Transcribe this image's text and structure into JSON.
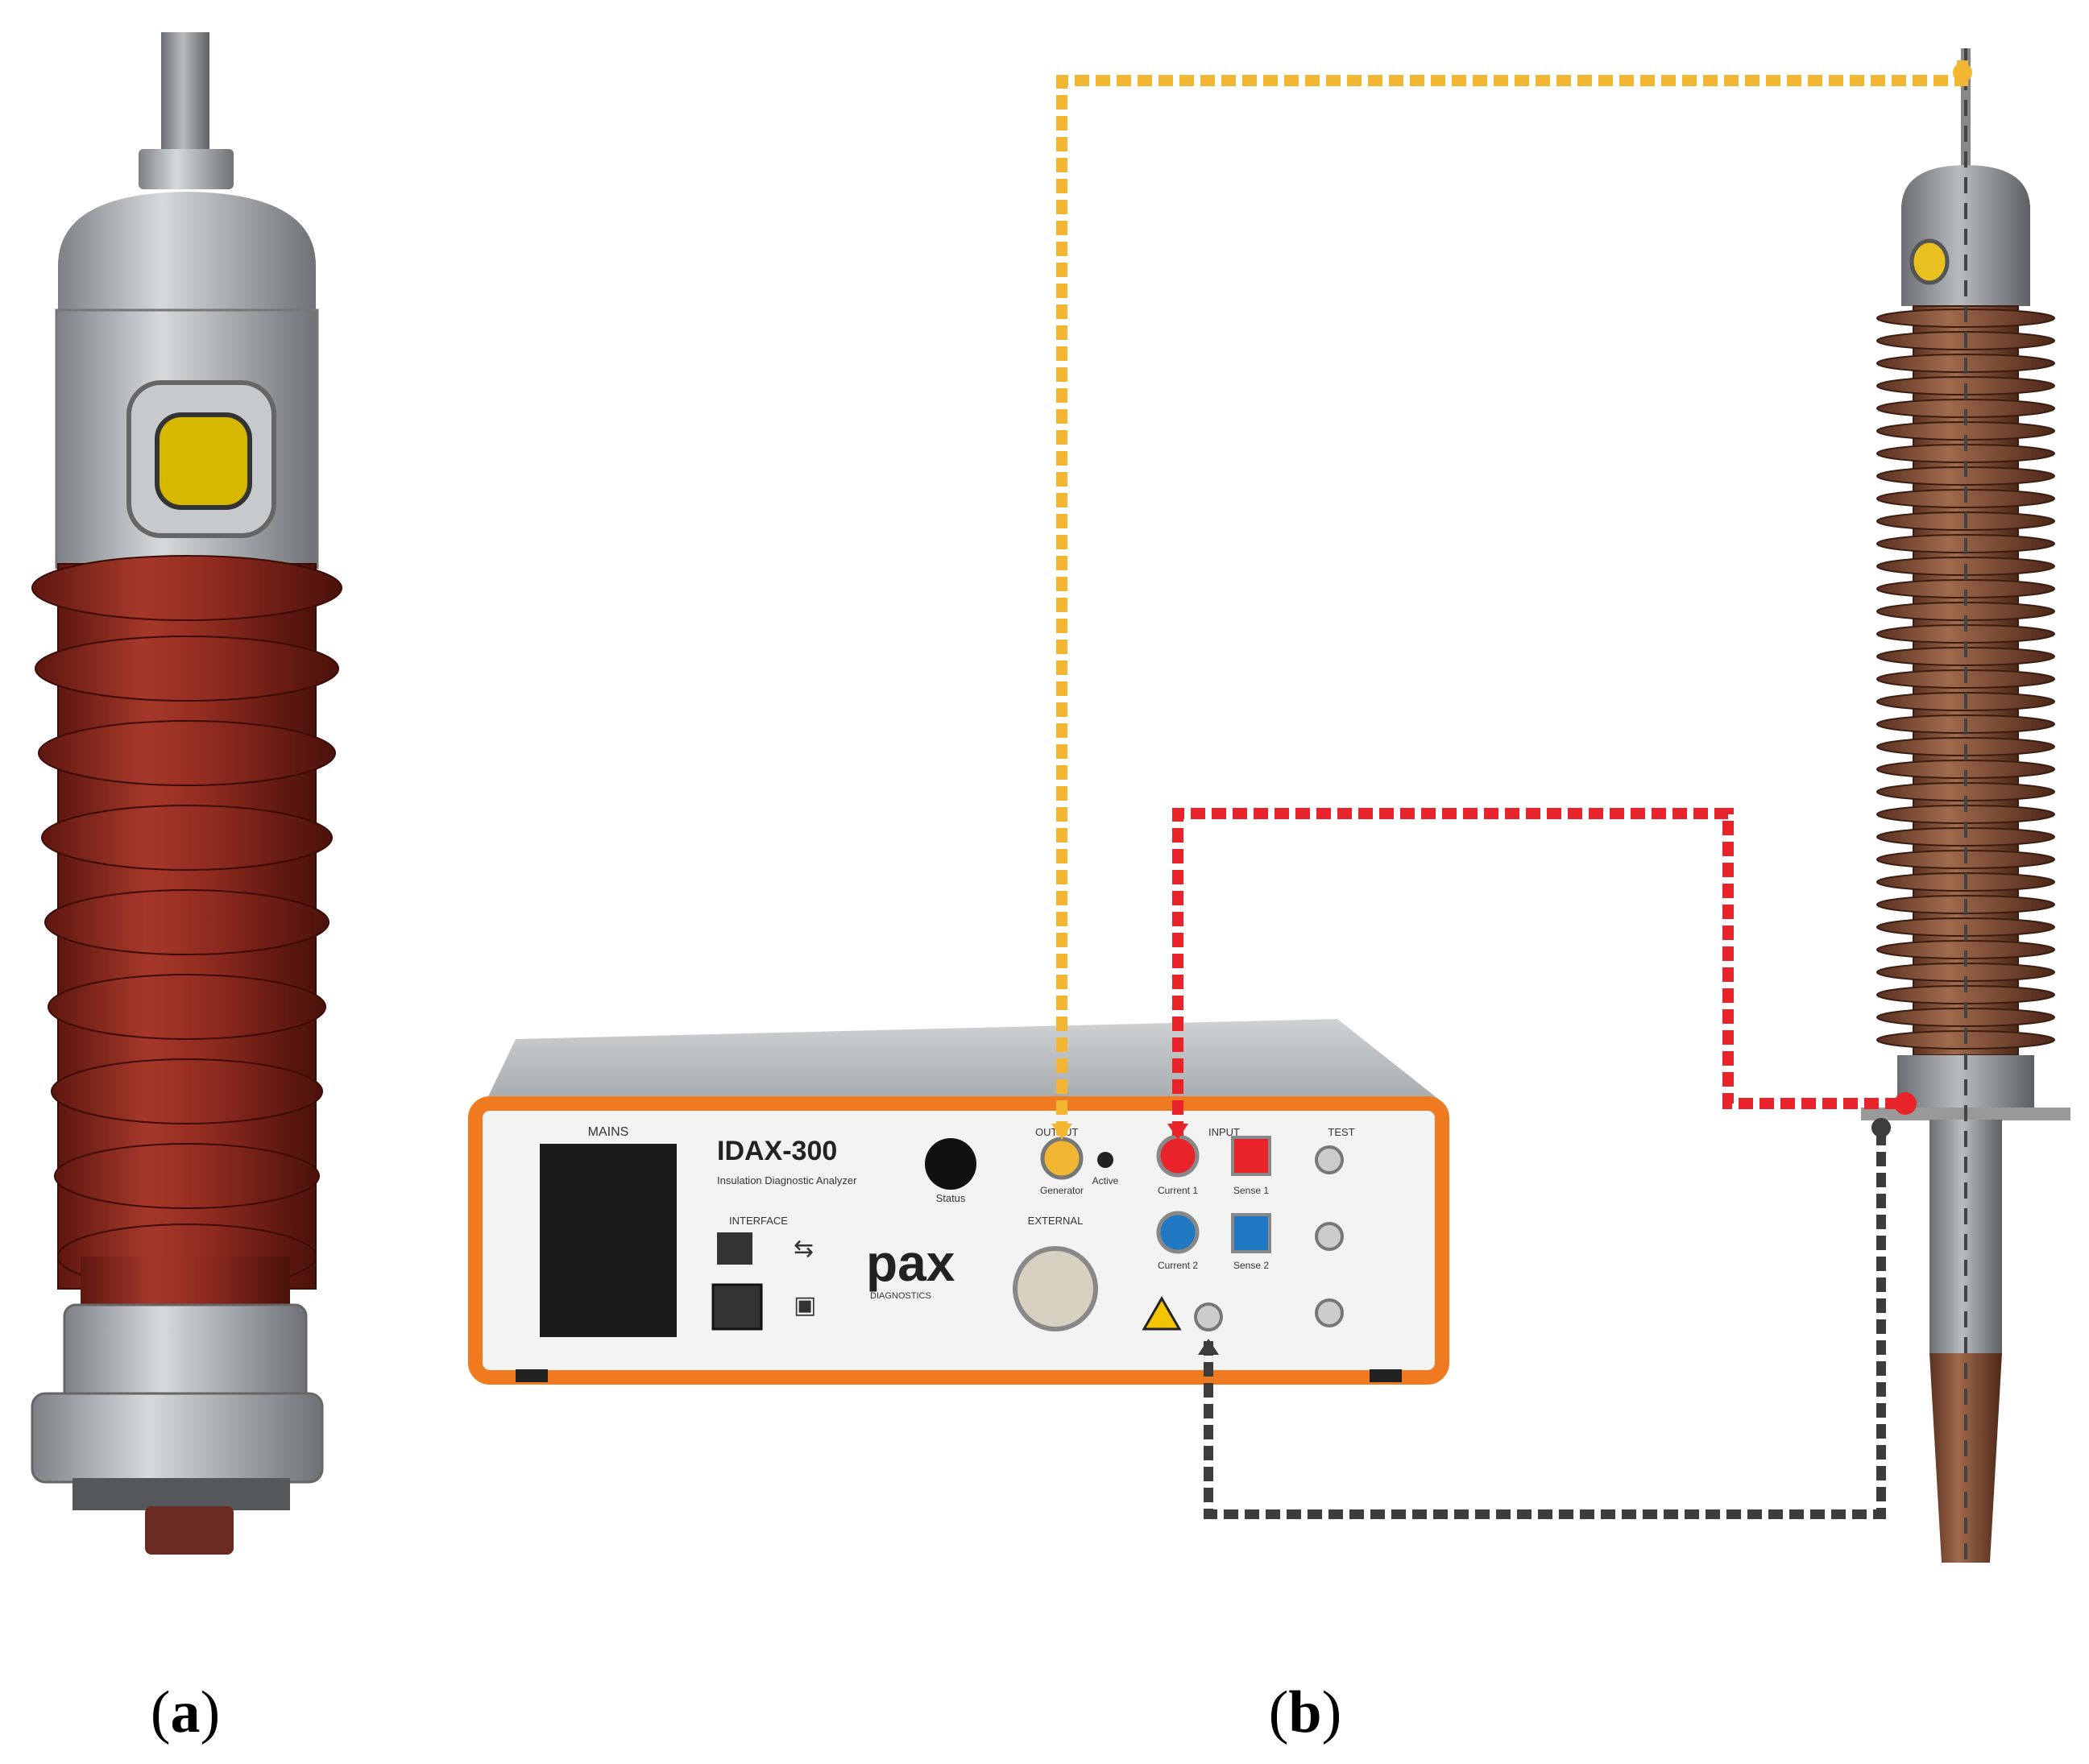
{
  "captions": {
    "a": {
      "open": "(",
      "letter": "a",
      "close": ")"
    },
    "b": {
      "open": "(",
      "letter": "b",
      "close": ")"
    }
  },
  "device": {
    "model": "IDAX-300",
    "subtitle": "Insulation Diagnostic Analyzer",
    "brand": "pax",
    "brand_sub": "DIAGNOSTICS",
    "mains_label": "MAINS",
    "interface_label": "INTERFACE",
    "output_label": "OUTPUT",
    "input_label": "INPUT",
    "test_label": "TEST",
    "external_label": "EXTERNAL",
    "status_label": "Status",
    "generator_label": "Generator",
    "active_label": "Active",
    "current1_label": "Current 1",
    "sense1_label": "Sense 1",
    "current2_label": "Current 2",
    "sense2_label": "Sense 2"
  },
  "colors": {
    "bushing_porcelain": "#8e2a1f",
    "bushing_model": "#7a4a33",
    "metal": "#a9adb1",
    "panel_orange": "#f07a1f",
    "wire_generator": "#f2b632",
    "wire_current": "#e8232a",
    "wire_ground": "#3c3c3c"
  },
  "icons": [
    "usb-icon",
    "ethernet-icon",
    "warning-icon",
    "ground-icon",
    "power-socket-icon"
  ]
}
